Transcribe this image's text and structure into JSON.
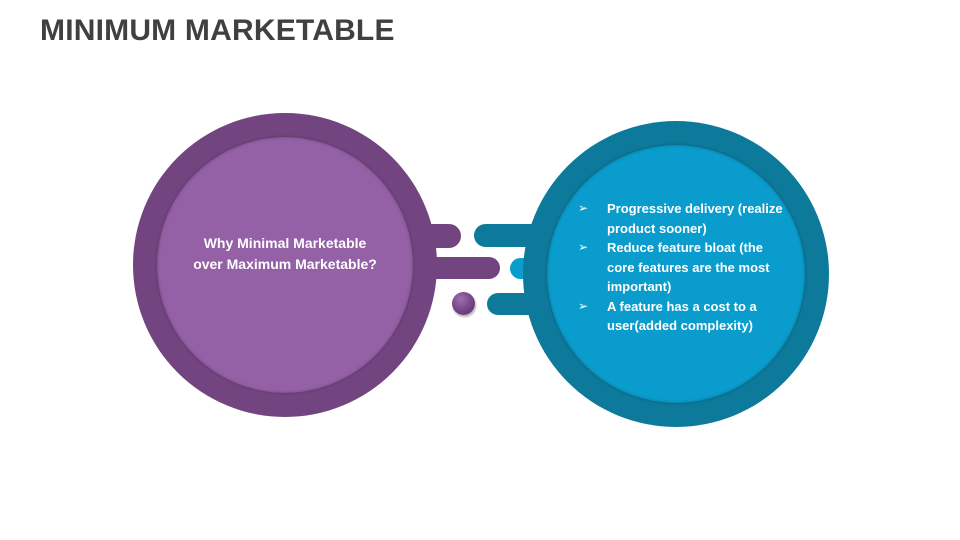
{
  "title": "MINIMUM MARKETABLE",
  "left_circle": {
    "text": "Why Minimal Marketable over Maximum Marketable?",
    "color_outer": "#734580",
    "color_inner": "#9460a6"
  },
  "right_circle": {
    "bullet_icon": "➢",
    "items": [
      {
        "text": "Progressive delivery (realize product sooner)"
      },
      {
        "text": "Reduce feature bloat (the core features are the most important)"
      },
      {
        "text": "A feature has a cost to a user(added complexity)"
      }
    ],
    "color_outer": "#0e7a9b",
    "color_inner": "#0a9ccc"
  }
}
